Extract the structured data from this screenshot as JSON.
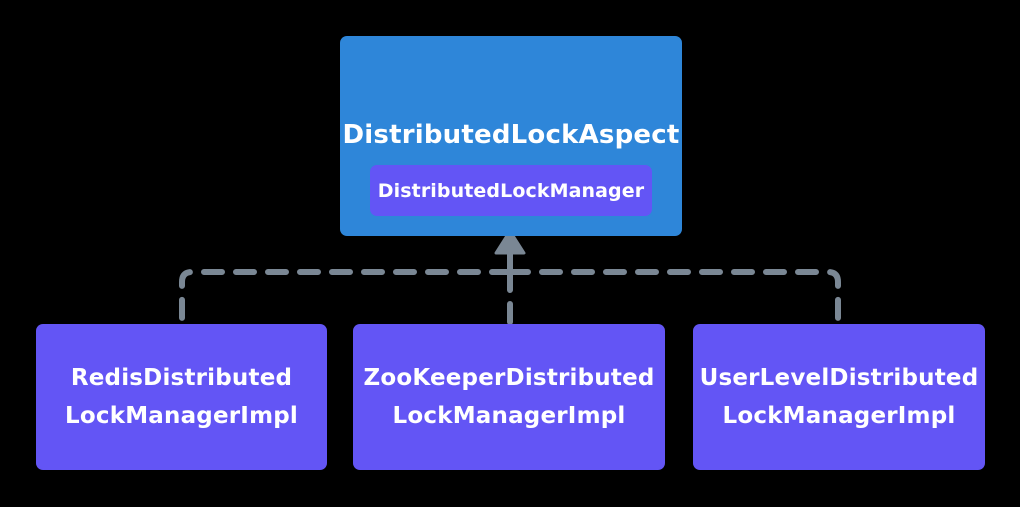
{
  "diagram": {
    "type": "class-hierarchy",
    "background_color": "#000000",
    "aspect_node": {
      "name": "aspect-node",
      "title": "DistributedLockAspect",
      "badge_label": "DistributedLockManager",
      "fill_color": "#2E86D9",
      "badge_color": "#6355F5",
      "text_color": "#ffffff"
    },
    "implementations": [
      {
        "name": "redis-impl-node",
        "line1": "RedisDistributed",
        "line2": "LockManagerImpl",
        "label": "RedisDistributed\nLockManagerImpl",
        "fill_color": "#6355F5"
      },
      {
        "name": "zookeeper-impl-node",
        "line1": "ZooKeeperDistributed",
        "line2": "LockManagerImpl",
        "label": "ZooKeeperDistributed\nLockManagerImpl",
        "fill_color": "#6355F5"
      },
      {
        "name": "userlevel-impl-node",
        "line1": "UserLevelDistributed",
        "line2": "LockManagerImpl",
        "label": "UserLevelDistributed\nLockManagerImpl",
        "fill_color": "#6355F5"
      }
    ],
    "connector": {
      "style": "dashed",
      "color": "#7A8794",
      "stroke_width": 6,
      "dash_pattern": "18 14",
      "arrow_direction": "up",
      "arrow_target": "aspect-node"
    }
  }
}
